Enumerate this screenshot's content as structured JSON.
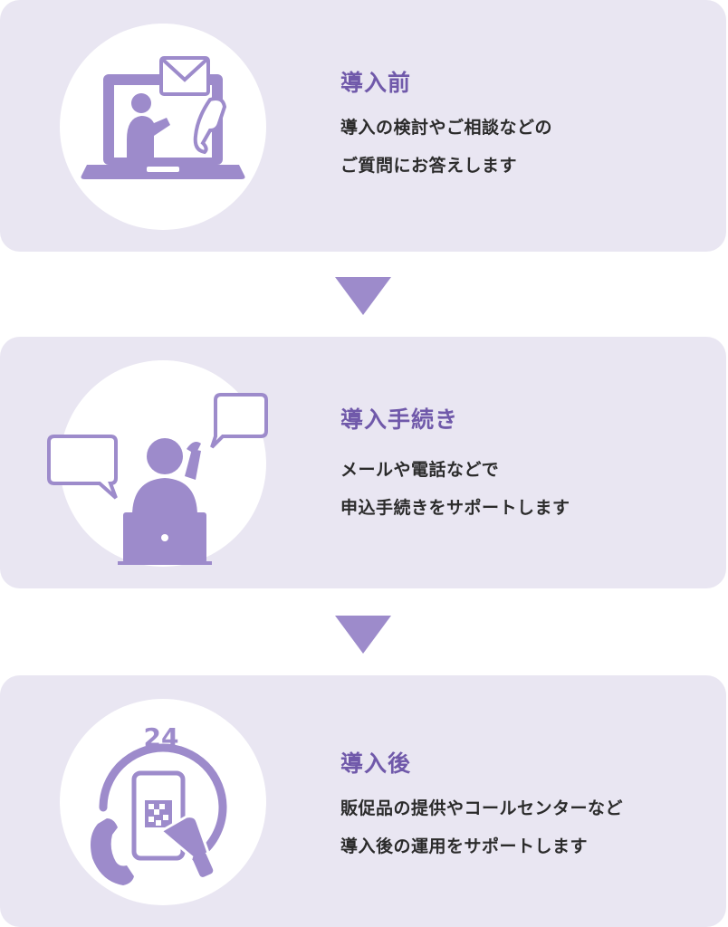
{
  "steps": [
    {
      "title": "導入前",
      "line1": "導入の検討やご相談などの",
      "line2": "ご質問にお答えします",
      "icon": "laptop-support-icon"
    },
    {
      "title": "導入手続き",
      "line1": "メールや電話などで",
      "line2": "申込手続きをサポートします",
      "icon": "phone-application-icon"
    },
    {
      "title": "導入後",
      "line1": "販促品の提供やコールセンターなど",
      "line2": "導入後の運用をサポートします",
      "icon": "24h-support-icon",
      "badge": "24"
    }
  ],
  "colors": {
    "accent": "#9d8bcb",
    "title": "#7059aa",
    "card_bg": "#e9e6f2"
  }
}
